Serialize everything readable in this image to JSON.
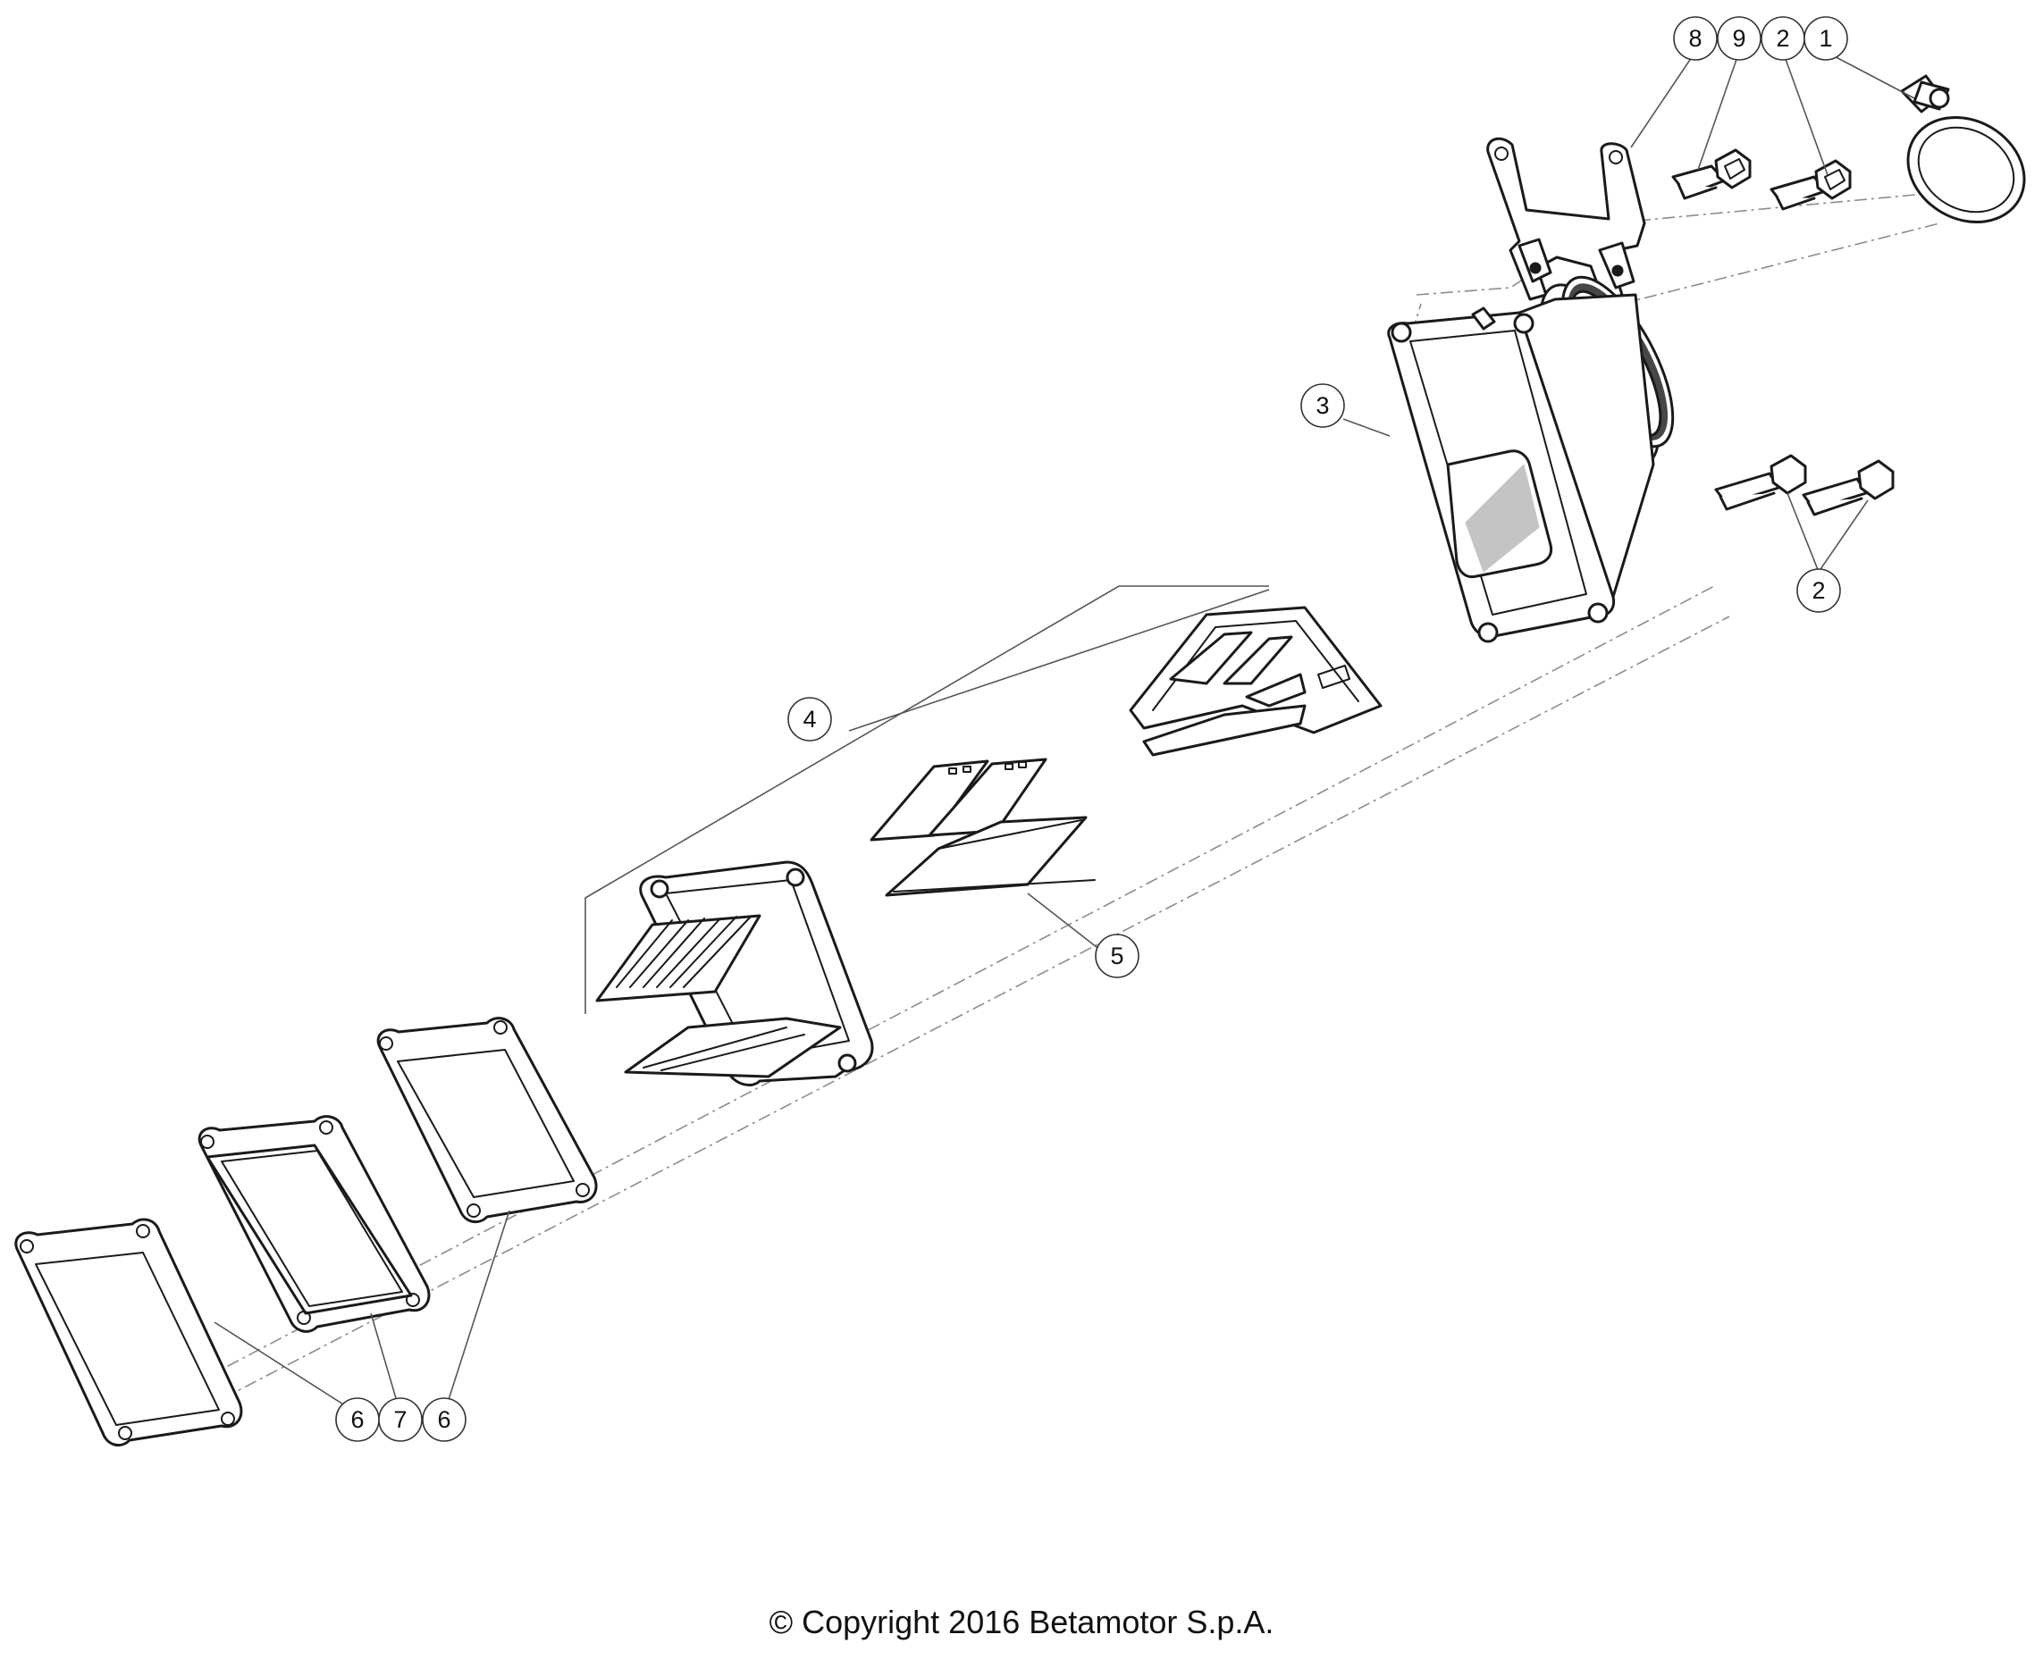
{
  "diagram": {
    "callouts": [
      {
        "id": "c8-top",
        "label": "8"
      },
      {
        "id": "c9-top",
        "label": "9"
      },
      {
        "id": "c2-top",
        "label": "2"
      },
      {
        "id": "c1-top",
        "label": "1"
      },
      {
        "id": "c3",
        "label": "3"
      },
      {
        "id": "c2-right",
        "label": "2"
      },
      {
        "id": "c4",
        "label": "4"
      },
      {
        "id": "c5",
        "label": "5"
      },
      {
        "id": "c6-left",
        "label": "6"
      },
      {
        "id": "c7",
        "label": "7"
      },
      {
        "id": "c6-right",
        "label": "6"
      }
    ]
  },
  "footer": {
    "copyright": "© Copyright 2016 Betamotor S.p.A."
  }
}
